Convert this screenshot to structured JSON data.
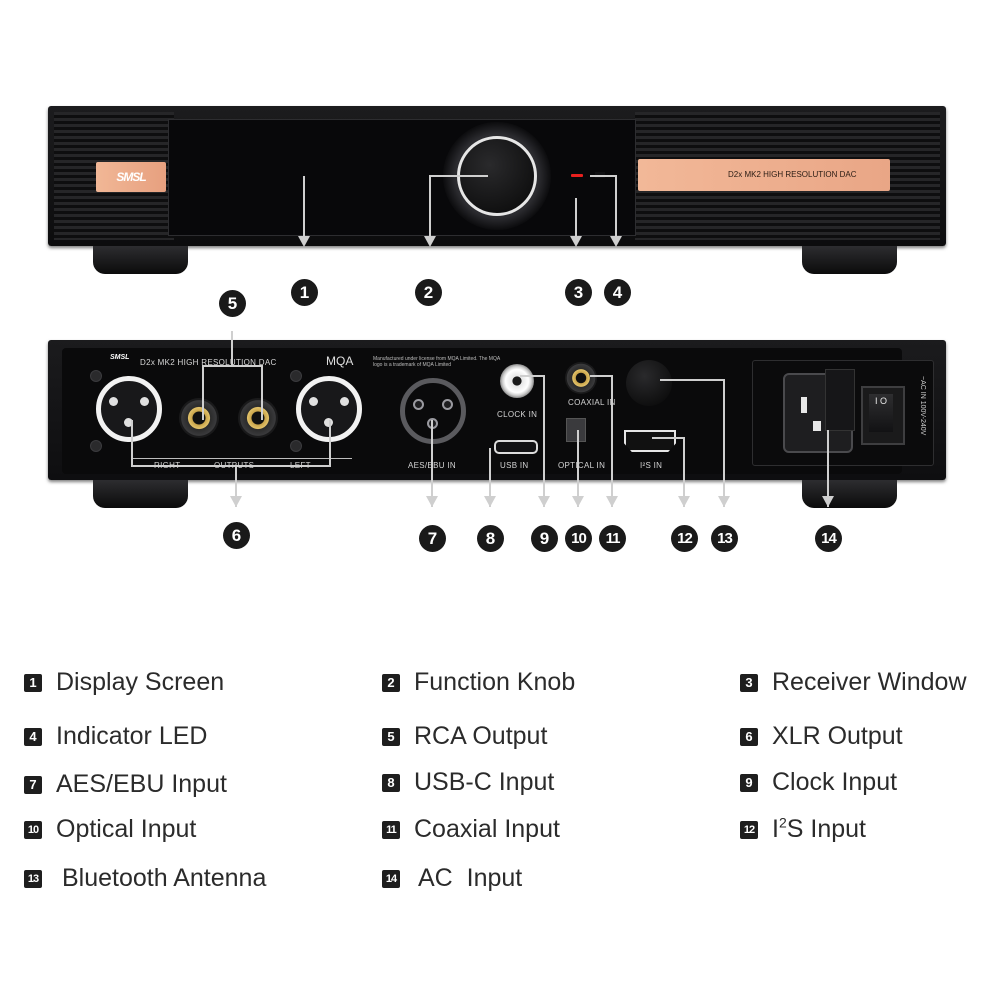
{
  "front_panel": {
    "logo_text": "SMSL",
    "plate_text": "D2x MK2 HIGH RESOLUTION DAC"
  },
  "rear_panel": {
    "model_text": "D2x MK2 HIGH RESOLUTION DAC",
    "mqa_text": "MQA",
    "mqa_note": "Manufactured under license from MQA Limited. The MQA logo is a trademark of MQA Limited",
    "labels": {
      "right": "RIGHT",
      "outputs": "OUTPUTS",
      "left": "LEFT",
      "aes_ebu_in": "AES/EBU IN",
      "usb_in": "USB IN",
      "clock_in": "CLOCK IN",
      "optical_in": "OPTICAL IN",
      "coaxial_in": "COAXIAL IN",
      "i2s_in": "I²S IN",
      "ac_in": "~AC IN 100V-240V"
    },
    "switch_text": "I O"
  },
  "markers": [
    "1",
    "2",
    "3",
    "4",
    "5",
    "6",
    "7",
    "8",
    "9",
    "10",
    "11",
    "12",
    "13",
    "14"
  ],
  "legend": [
    {
      "num": "1",
      "label": "Display Screen"
    },
    {
      "num": "2",
      "label": "Function Knob"
    },
    {
      "num": "3",
      "label": "Receiver Window"
    },
    {
      "num": "4",
      "label": "Indicator LED"
    },
    {
      "num": "5",
      "label": "RCA Output"
    },
    {
      "num": "6",
      "label": "XLR Output"
    },
    {
      "num": "7",
      "label": "AES/EBU Input"
    },
    {
      "num": "8",
      "label": "USB-C Input"
    },
    {
      "num": "9",
      "label": "Clock Input"
    },
    {
      "num": "10",
      "label": "Optical Input"
    },
    {
      "num": "11",
      "label": "Coaxial Input"
    },
    {
      "num": "12",
      "label_prefix": "I",
      "label_sup": "2",
      "label_suffix": "S Input"
    },
    {
      "num": "13",
      "label": "Bluetooth Antenna"
    },
    {
      "num": "14",
      "label": "AC  Input"
    }
  ]
}
